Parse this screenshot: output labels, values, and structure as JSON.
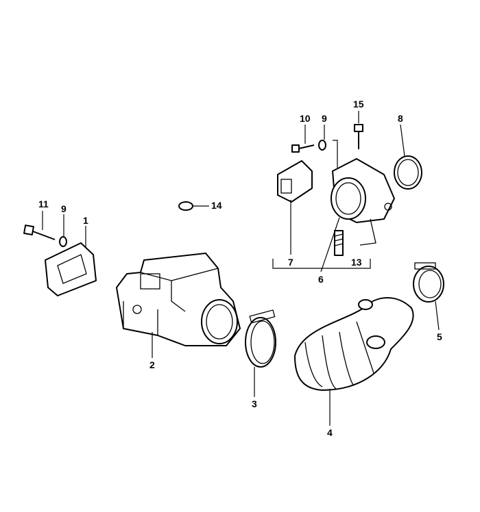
{
  "diagram": {
    "title": "Air flow meter / throttle housing exploded view",
    "callouts": {
      "c1": "1",
      "c2": "2",
      "c3": "3",
      "c4": "4",
      "c5": "5",
      "c6": "6",
      "c7": "7",
      "c8": "8",
      "c9a": "9",
      "c9b": "9",
      "c10": "10",
      "c11": "11",
      "c13": "13",
      "c14": "14",
      "c15": "15"
    }
  }
}
